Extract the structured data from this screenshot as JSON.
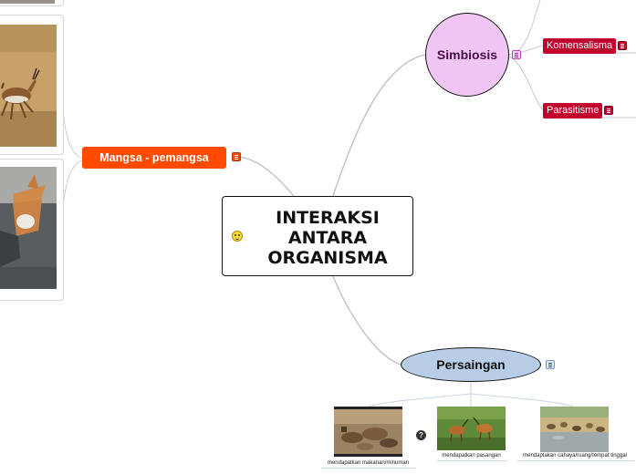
{
  "central": {
    "title": "INTERAKSI ANTARA ORGANISMA"
  },
  "simbiosis": {
    "label": "Simbiosis",
    "children": [
      {
        "label": "Komensalisma"
      },
      {
        "label": "Parasitisme"
      }
    ]
  },
  "mangsa": {
    "label": "Mangsa - pemangsa"
  },
  "persaingan": {
    "label": "Persaingan",
    "children": [
      {
        "caption": "mendapatkan makanan/minuman"
      },
      {
        "caption": "mendapatkan pasangan"
      },
      {
        "caption": "mendaptakan cahaya/ruang/tempat tinggal"
      }
    ]
  },
  "colors": {
    "simbiosis": "#f1c6f4",
    "red_topic": "#c2002d",
    "mangsa": "#ff4a00",
    "persaingan": "#b8cde6",
    "link": "#b8bec8"
  },
  "icons": [
    "smiley-icon",
    "note-icon",
    "question-icon"
  ]
}
